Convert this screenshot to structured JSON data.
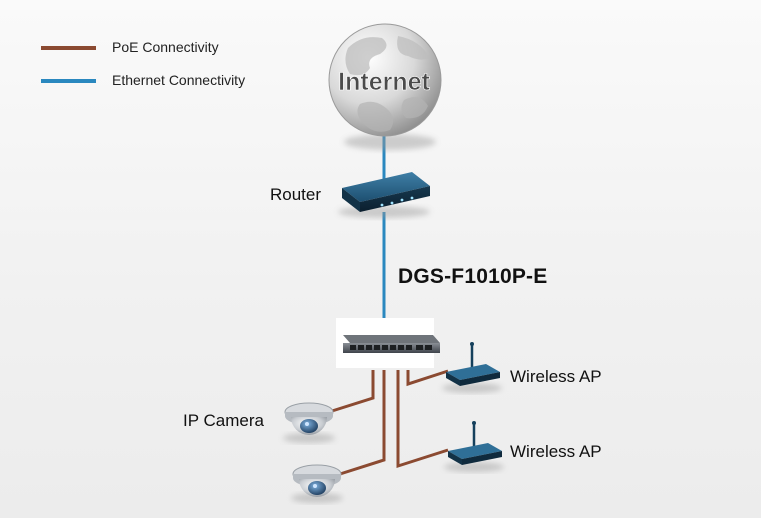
{
  "legend": {
    "poe": {
      "label": "PoE Connectivity",
      "color": "#8b4a31"
    },
    "ethernet": {
      "label": "Ethernet Connectivity",
      "color": "#2a88bf"
    }
  },
  "nodes": {
    "internet": {
      "label": "Internet",
      "icon": "globe-icon"
    },
    "router": {
      "label": "Router",
      "icon": "router-icon"
    },
    "switch": {
      "label": "DGS-F1010P-E",
      "icon": "switch-icon"
    },
    "camera_1": {
      "label": "IP Camera",
      "icon": "dome-camera-icon"
    },
    "camera_2": {
      "icon": "dome-camera-icon"
    },
    "ap_1": {
      "label": "Wireless AP",
      "icon": "wireless-ap-icon"
    },
    "ap_2": {
      "label": "Wireless AP",
      "icon": "wireless-ap-icon"
    }
  },
  "connections": [
    {
      "from": "internet",
      "to": "router",
      "type": "ethernet"
    },
    {
      "from": "router",
      "to": "switch",
      "type": "ethernet"
    },
    {
      "from": "switch",
      "to": "camera_1",
      "type": "poe"
    },
    {
      "from": "switch",
      "to": "camera_2",
      "type": "poe"
    },
    {
      "from": "switch",
      "to": "ap_1",
      "type": "poe"
    },
    {
      "from": "switch",
      "to": "ap_2",
      "type": "poe"
    }
  ]
}
